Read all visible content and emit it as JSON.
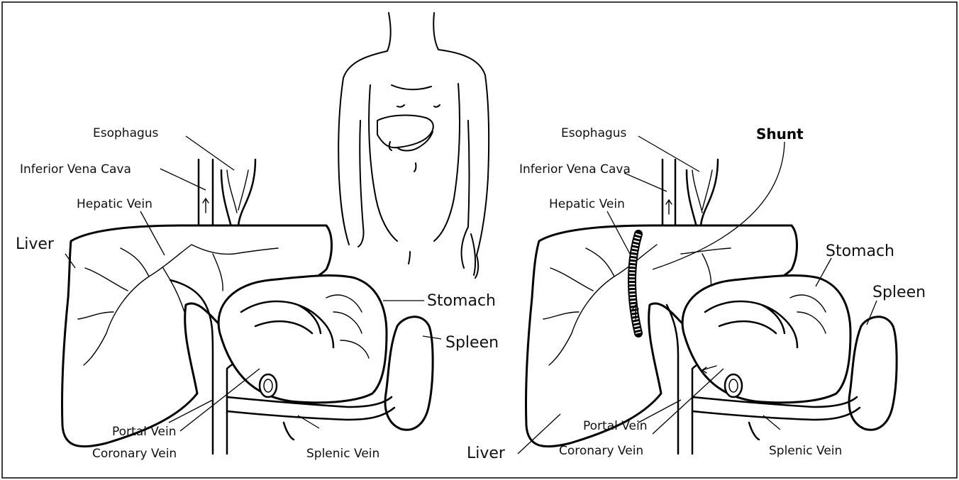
{
  "left_panel": {
    "esophagus": "Esophagus",
    "inferior_vena_cava": "Inferior Vena Cava",
    "hepatic_vein": "Hepatic Vein",
    "liver": "Liver",
    "stomach": "Stomach",
    "spleen": "Spleen",
    "portal_vein": "Portal Vein",
    "coronary_vein": "Coronary Vein",
    "splenic_vein": "Splenic Vein"
  },
  "right_panel": {
    "esophagus": "Esophagus",
    "shunt": "Shunt",
    "inferior_vena_cava": "Inferior Vena Cava",
    "hepatic_vein": "Hepatic Vein",
    "stomach": "Stomach",
    "spleen": "Spleen",
    "liver": "Liver",
    "portal_vein": "Portal Vein",
    "coronary_vein": "Coronary Vein",
    "splenic_vein": "Splenic Vein"
  }
}
